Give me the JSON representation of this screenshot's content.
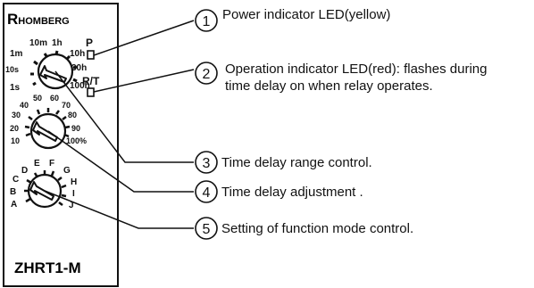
{
  "device": {
    "brand_initial": "R",
    "brand_rest": "HOMBERG",
    "model": "ZHRT1-M",
    "led_labels": [
      "P",
      "R/T"
    ]
  },
  "range_dial": {
    "labels": [
      "1s",
      "10s",
      "1m",
      "10m",
      "1h",
      "10h",
      "30h",
      "100h"
    ]
  },
  "adjust_dial": {
    "labels": [
      "10",
      "20",
      "30",
      "40",
      "50",
      "60",
      "70",
      "80",
      "90",
      "100%"
    ]
  },
  "mode_dial": {
    "labels": [
      "A",
      "B",
      "C",
      "D",
      "E",
      "F",
      "G",
      "H",
      "I",
      "J"
    ]
  },
  "callouts": [
    {
      "number": "1",
      "lines": [
        "Power indicator LED(yellow)"
      ]
    },
    {
      "number": "2",
      "lines": [
        "Operation indicator LED(red): flashes during",
        "time delay on when relay operates."
      ]
    },
    {
      "number": "3",
      "lines": [
        "Time delay range control."
      ]
    },
    {
      "number": "4",
      "lines": [
        "Time delay adjustment ."
      ]
    },
    {
      "number": "5",
      "lines": [
        "Setting of function mode control."
      ]
    }
  ]
}
